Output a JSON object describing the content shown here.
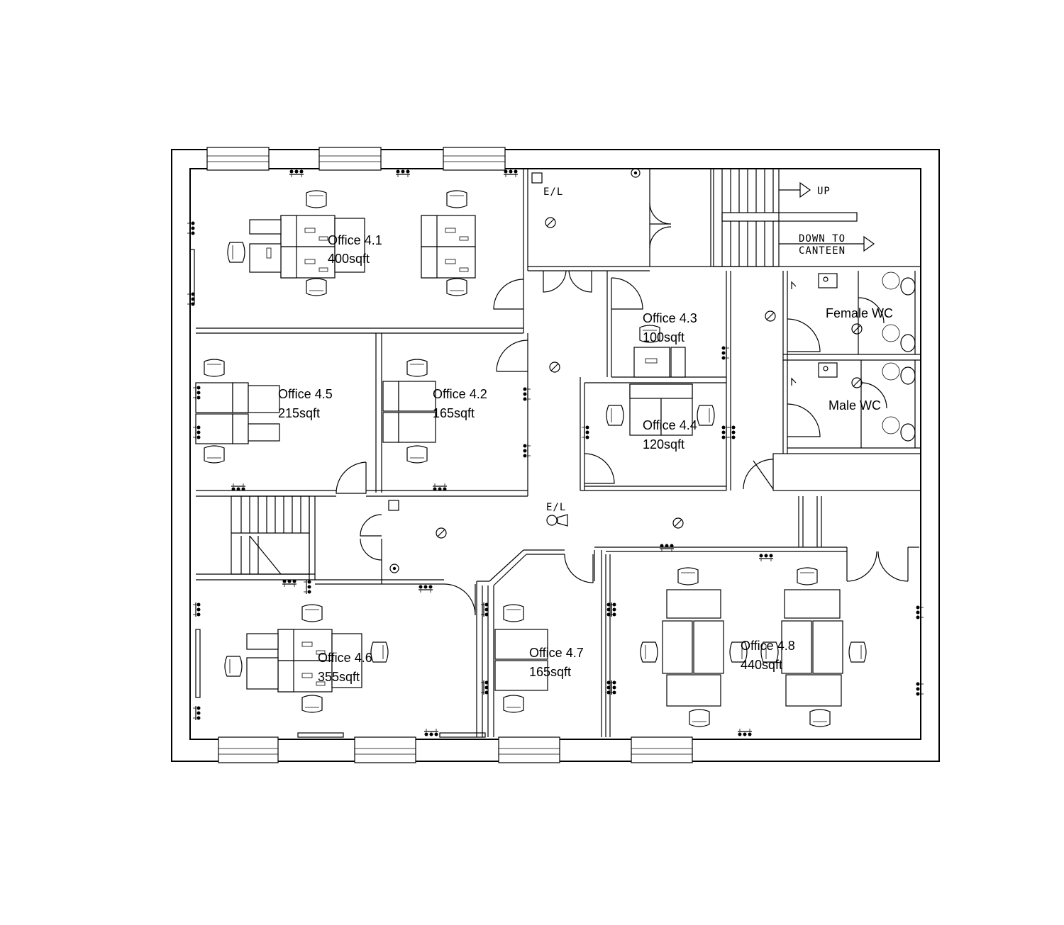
{
  "rooms": [
    {
      "id": "office-4-1",
      "name": "Office 4.1",
      "area": "400sqft"
    },
    {
      "id": "office-4-2",
      "name": "Office 4.2",
      "area": "165sqft"
    },
    {
      "id": "office-4-3",
      "name": "Office 4.3",
      "area": "100sqft"
    },
    {
      "id": "office-4-4",
      "name": "Office 4.4",
      "area": "120sqft"
    },
    {
      "id": "office-4-5",
      "name": "Office 4.5",
      "area": "215sqft"
    },
    {
      "id": "office-4-6",
      "name": "Office 4.6",
      "area": "355sqft"
    },
    {
      "id": "office-4-7",
      "name": "Office 4.7",
      "area": "165sqft"
    },
    {
      "id": "office-4-8",
      "name": "Office 4.8",
      "area": "440sqft"
    }
  ],
  "wc": {
    "female": "Female WC",
    "male": "Male WC"
  },
  "stairs": {
    "up": "UP",
    "down_line1": "DOWN TO",
    "down_line2": "CANTEEN"
  },
  "emergency_light_label": "E/L",
  "icons": {
    "light": "ceiling-light-icon",
    "smoke": "smoke-detector-icon",
    "emergency": "emergency-light-icon",
    "speaker": "speaker-icon",
    "socket": "power-socket-icon",
    "chair": "chair-icon",
    "desk": "desk-icon",
    "toilet": "toilet-icon",
    "sink": "sink-icon",
    "door": "door-swing-icon",
    "window": "window-icon"
  },
  "colors": {
    "line": "#000000",
    "background": "#ffffff"
  }
}
